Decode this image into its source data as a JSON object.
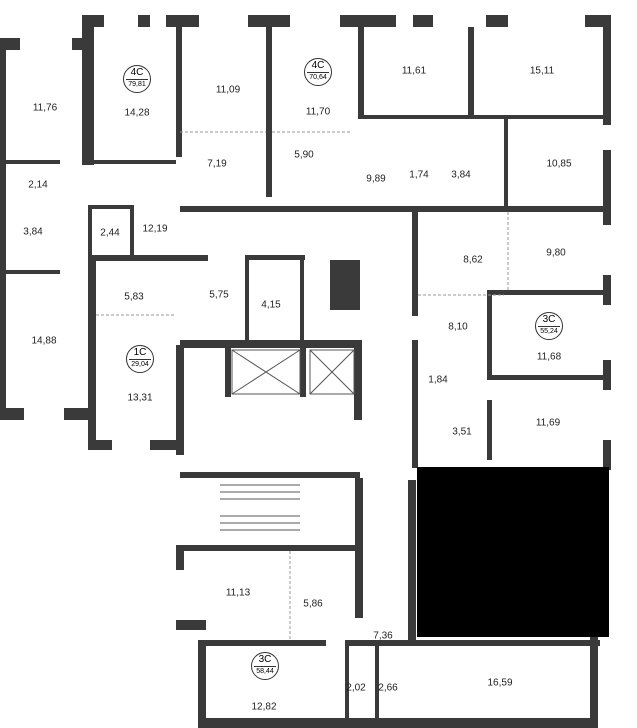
{
  "colors": {
    "wall": "#3a3a3a",
    "block": "#000000",
    "line": "#999999"
  },
  "apartments": [
    {
      "type": "4С",
      "area": "79,81"
    },
    {
      "type": "4С",
      "area": "70,64"
    },
    {
      "type": "3С",
      "area": "55,24"
    },
    {
      "type": "1С",
      "area": "29,04"
    },
    {
      "type": "3С",
      "area": "58,44"
    }
  ],
  "rooms": [
    "11,76",
    "14,28",
    "11,09",
    "11,70",
    "11,61",
    "15,11",
    "7,19",
    "5,90",
    "9,89",
    "1,74",
    "3,84",
    "10,85",
    "2,14",
    "3,84",
    "2,44",
    "12,19",
    "8,62",
    "9,80",
    "5,83",
    "5,75",
    "4,15",
    "14,88",
    "8,10",
    "11,68",
    "1,84",
    "3,51",
    "11,69",
    "13,31",
    "11,13",
    "5,86",
    "7,36",
    "12,82",
    "2,02",
    "2,66",
    "16,59"
  ]
}
